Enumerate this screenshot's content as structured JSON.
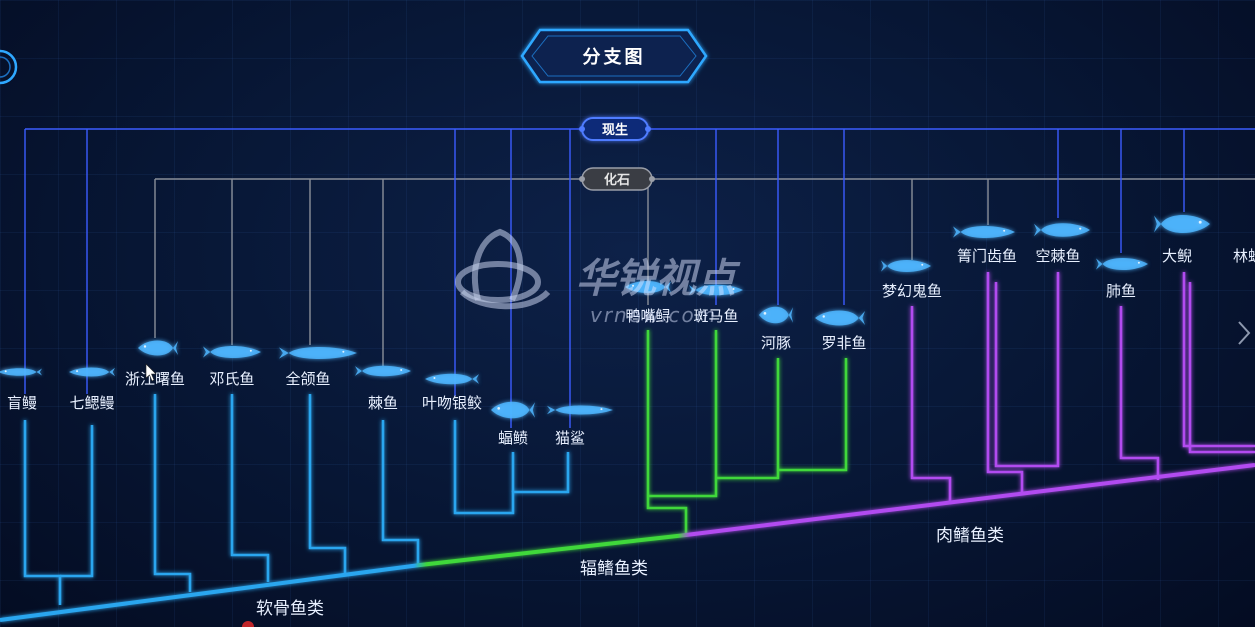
{
  "title": "分支图",
  "tags": {
    "living": "现生",
    "fossil": "化石"
  },
  "groups": {
    "cartilaginous": "软骨鱼类",
    "ray_finned": "辐鳍鱼类",
    "lobe_finned": "肉鳍鱼类"
  },
  "species": {
    "hagfish": "盲鳗",
    "lamprey": "七鳃鳗",
    "zhejiang_fish": "浙江曙鱼",
    "deng_fish": "邓氏鱼",
    "entelognathus": "全颌鱼",
    "acanthodian": "棘鱼",
    "chimaera": "叶吻银鲛",
    "ray": "蝠鲼",
    "shark": "猫鲨",
    "sturgeon": "鸭嘴鲟",
    "zebrafish": "斑马鱼",
    "puffer": "河豚",
    "tilapia": "罗非鱼",
    "guiyu": "梦幻鬼鱼",
    "psarolepis": "箐门齿鱼",
    "coelacanth": "空棘鱼",
    "lungfish": "肺鱼",
    "salamander": "大鲵",
    "frog": "林蛙"
  },
  "watermark": {
    "cn": "华锐视点",
    "en": "vrnew.com"
  },
  "colors": {
    "cartilaginous": "#2aa6ef",
    "ray_finned": "#3fd83a",
    "lobe_finned": "#b24cf0",
    "living_line": "#3b5cff",
    "fossil_line": "#8a8f99",
    "fish_glow": "#4fb6ff"
  }
}
